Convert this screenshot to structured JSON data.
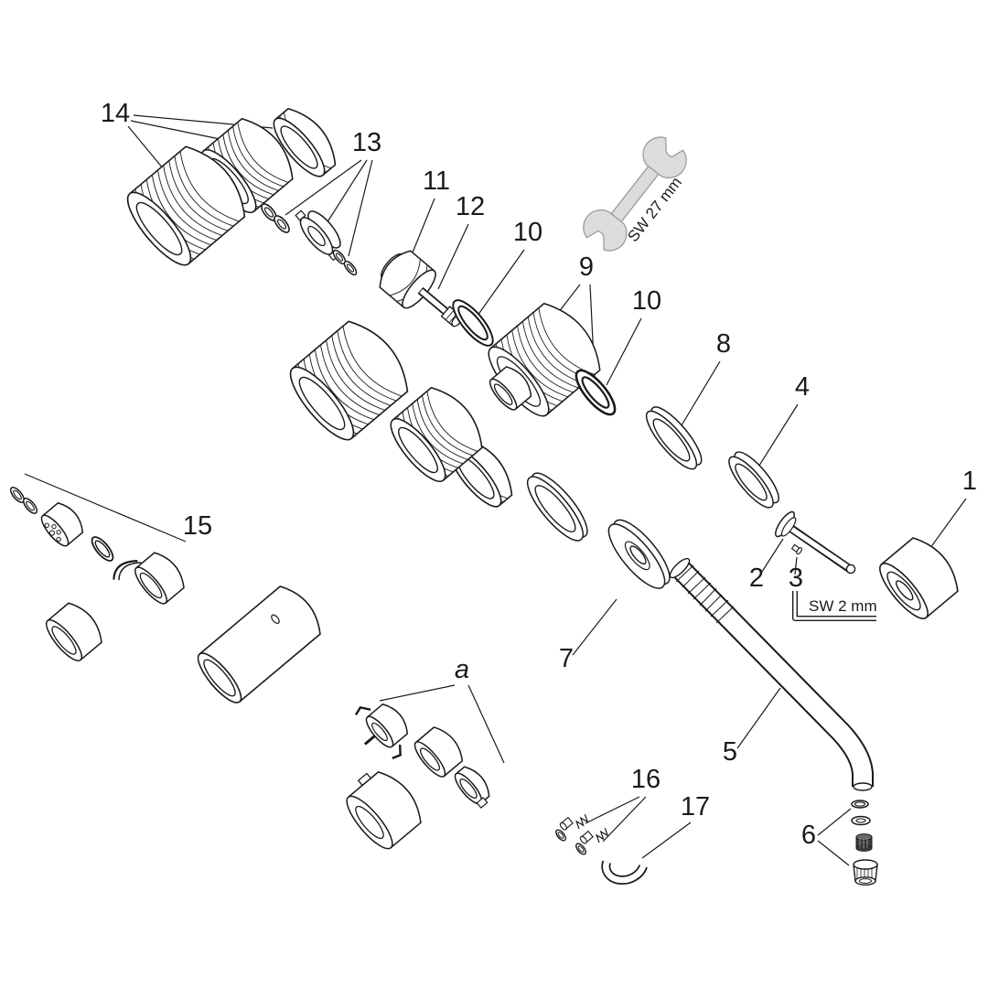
{
  "page": {
    "background": "#ffffff"
  },
  "colors": {
    "line": "#1a1a1a",
    "tool_fill": "#dcdcdc",
    "tool_stroke": "#9b9b9b"
  },
  "labels": {
    "p1": "1",
    "p2": "2",
    "p3": "3",
    "p4": "4",
    "p5": "5",
    "p6": "6",
    "p7": "7",
    "p8": "8",
    "p9": "9",
    "p10a": "10",
    "p10b": "10",
    "p11": "11",
    "p12": "12",
    "p13": "13",
    "p14": "14",
    "p15": "15",
    "p16": "16",
    "p17": "17",
    "a": "a",
    "sw27": "SW 27 mm",
    "sw2": "SW 2 mm"
  }
}
